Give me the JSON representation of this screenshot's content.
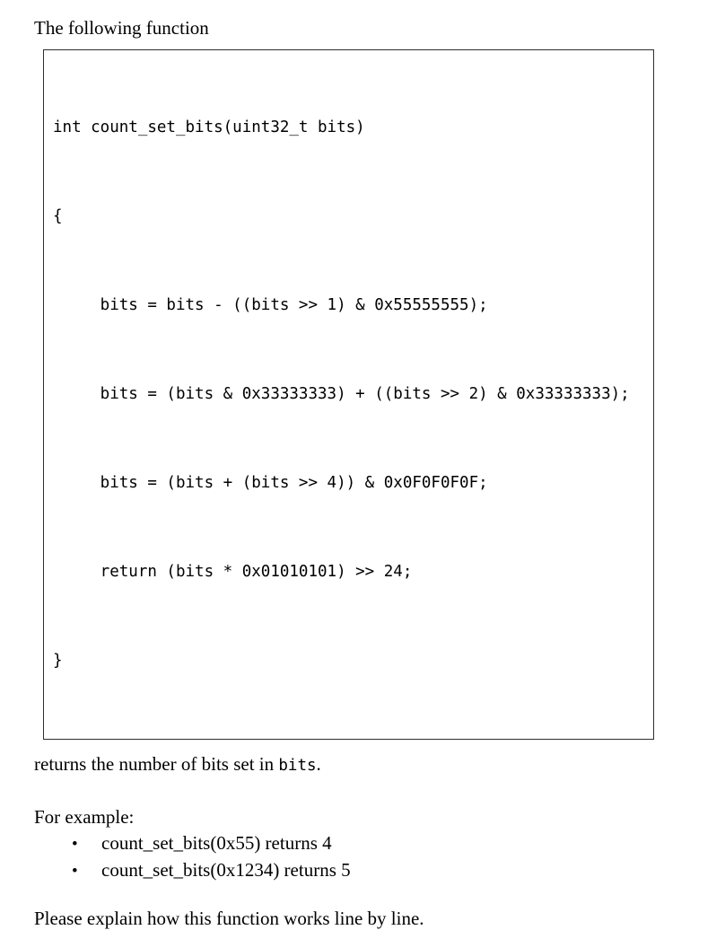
{
  "colors": {
    "background": "#ffffff",
    "text": "#000000",
    "code_box_border": "#2e2e2e"
  },
  "intro": "The following function",
  "code": {
    "language": "c",
    "lines": [
      "int count_set_bits(uint32_t bits)",
      "{",
      "     bits = bits - ((bits >> 1) & 0x55555555);",
      "     bits = (bits & 0x33333333) + ((bits >> 2) & 0x33333333);",
      "     bits = (bits + (bits >> 4)) & 0x0F0F0F0F;",
      "     return (bits * 0x01010101) >> 24;",
      "}"
    ]
  },
  "returns": {
    "prefix": "returns the number of bits set in ",
    "code_word": "bits",
    "suffix": "."
  },
  "examples": {
    "label": "For example:",
    "bullet_glyph": "•",
    "items": [
      "count_set_bits(0x55) returns 4",
      "count_set_bits(0x1234) returns 5"
    ]
  },
  "closing": "Please explain how this function works line by line."
}
